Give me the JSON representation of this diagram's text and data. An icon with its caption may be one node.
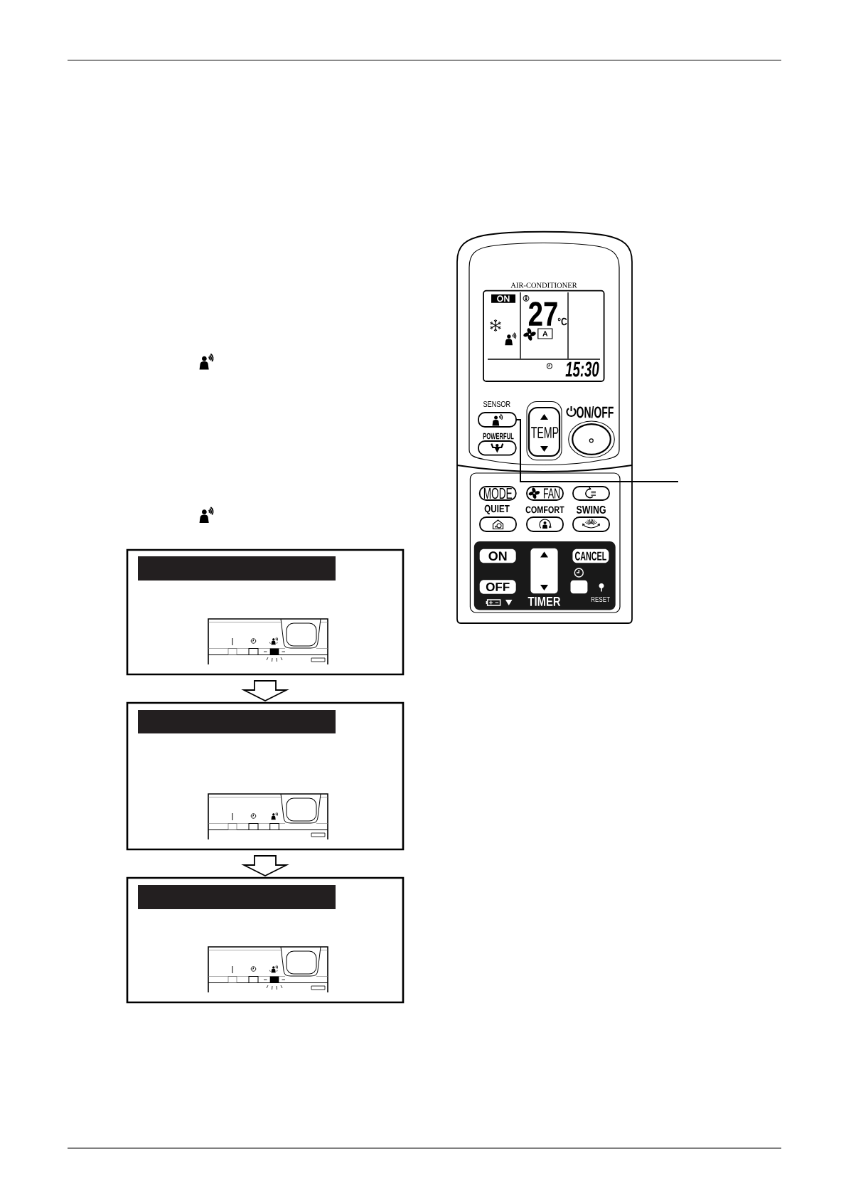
{
  "diagram": {
    "nodes": [
      {
        "text": [],
        "shape": "box"
      },
      {
        "text": [],
        "shape": "bar",
        "in": 0
      },
      {
        "text": [],
        "shape": "box"
      },
      {
        "text": [],
        "shape": "bar",
        "in": 2
      },
      {
        "text": [],
        "shape": "box"
      },
      {
        "text": [],
        "shape": "bar",
        "in": 4
      },
      {
        "text": [
          "SENSOR"
        ]
      }
    ],
    "edges": [
      {
        "from": 0,
        "to": 2,
        "arrow": "to"
      },
      {
        "from": 2,
        "to": 4,
        "arrow": "to"
      },
      {
        "from": 6,
        "to": null,
        "arrow": "none"
      }
    ],
    "labels": [
      "AIR-CONDITIONER",
      "ON",
      "27",
      "°C",
      "A",
      "15:30",
      "ON/OFF",
      "POWERFUL",
      "TEMP",
      "MODE",
      "FAN",
      "QUIET",
      "COMFORT",
      "SWING",
      "ON",
      "CANCEL",
      "OFF",
      "TIMER",
      "RESET"
    ]
  }
}
